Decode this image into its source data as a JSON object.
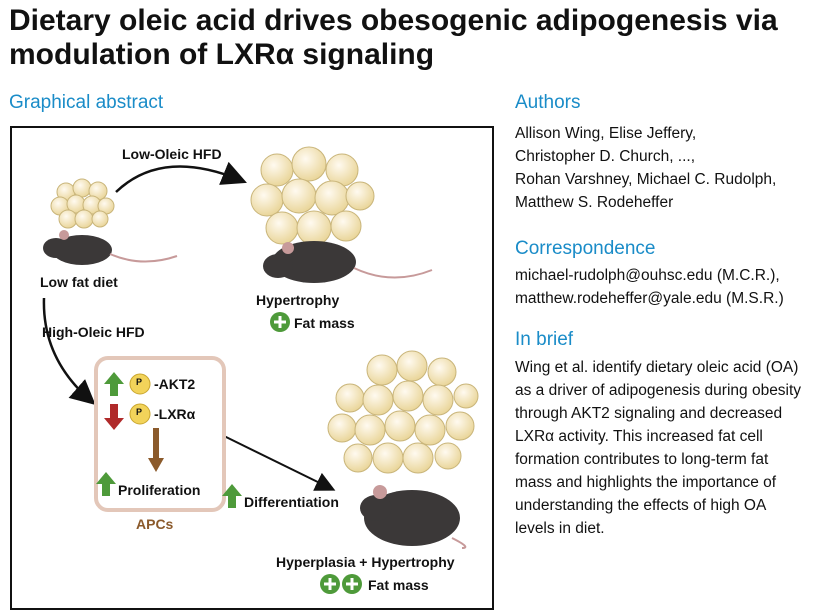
{
  "title": "Dietary oleic acid drives obesogenic adipogenesis via modulation of LXRα signaling",
  "sections": {
    "graphical_abstract": "Graphical abstract",
    "authors": "Authors",
    "correspondence": "Correspondence",
    "in_brief": "In brief"
  },
  "authors": [
    "Allison Wing, Elise Jeffery,",
    "Christopher D. Church, ...,",
    "Rohan Varshney, Michael C. Rudolph,",
    "Matthew S. Rodeheffer"
  ],
  "correspondence": [
    "michael-rudolph@ouhsc.edu (M.C.R.),",
    "matthew.rodeheffer@yale.edu (M.S.R.)"
  ],
  "in_brief": [
    "Wing et al. identify dietary oleic acid (OA)",
    "as a driver of adipogenesis during obesity",
    "through AKT2 signaling and decreased",
    "LXRα activity. This increased fat cell",
    "formation contributes to long-term fat",
    "mass and highlights the importance of",
    "understanding the effects of high OA",
    "levels in diet."
  ],
  "abstract": {
    "low_oleic": "Low-Oleic HFD",
    "low_fat_diet": "Low fat diet",
    "high_oleic": "High-Oleic HFD",
    "hypertrophy": "Hypertrophy",
    "fat_mass": "Fat mass",
    "p": "P",
    "akt2": "-AKT2",
    "lxra": "-LXRα",
    "proliferation": "Proliferation",
    "apcs": "APCs",
    "differentiation": "Differentiation",
    "hyperplasia": "Hyperplasia + Hypertrophy",
    "fat_mass_2": "Fat mass"
  },
  "colors": {
    "accent": "#1a8cc8",
    "up_arrow": "#4e9a3a",
    "down_arrow": "#b02a2a",
    "apc_text": "#8b5a2b",
    "phospho": "#f2d35a",
    "fat_cell": "#f5e6b8",
    "mouse": "#3b3838"
  }
}
